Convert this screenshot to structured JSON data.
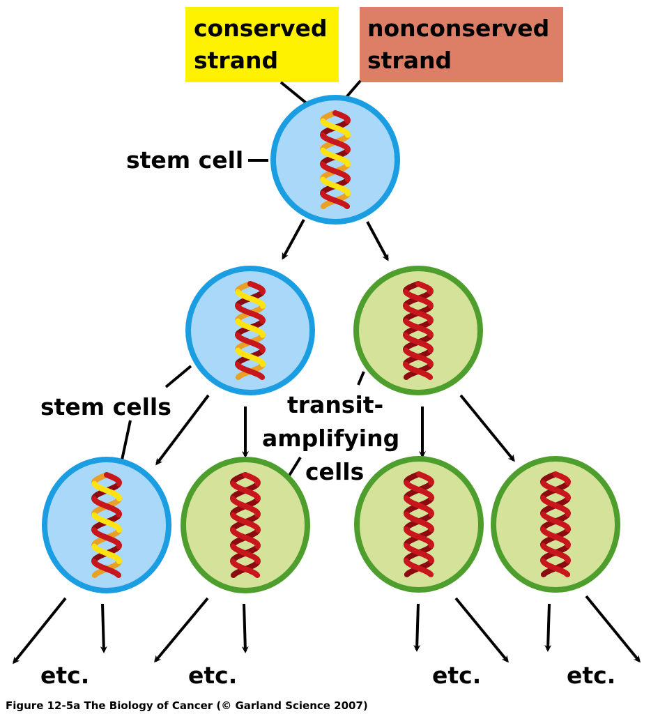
{
  "labels": {
    "conserved": [
      "conserved",
      "strand"
    ],
    "nonconserved": [
      "nonconserved",
      "strand"
    ],
    "stem_cell": "stem cell",
    "stem_cells": "stem cells",
    "transit": [
      "transit-",
      "amplifying",
      "cells"
    ],
    "etc": "etc.",
    "caption": "Figure 12-5a  The Biology of Cancer (© Garland Science 2007)"
  },
  "colors": {
    "conserved_box": "#fff200",
    "nonconserved_box": "#dc7f66",
    "stem_fill": "#aad8f8",
    "stem_stroke": "#1b9de2",
    "transit_fill": "#d5e39a",
    "transit_stroke": "#4e9e2e",
    "strand_red": "#c8161d",
    "strand_dark": "#8b0b10",
    "strand_yellow": "#ffe312",
    "strand_orange": "#e8a026"
  },
  "cells": [
    {
      "id": "stem-cell-top",
      "type": "stem"
    },
    {
      "id": "stem-cell-gen2",
      "type": "stem"
    },
    {
      "id": "transit-cell-gen2",
      "type": "transit"
    },
    {
      "id": "stem-cell-gen3",
      "type": "stem"
    },
    {
      "id": "transit-cell-gen3-a",
      "type": "transit"
    },
    {
      "id": "transit-cell-gen3-b",
      "type": "transit"
    },
    {
      "id": "transit-cell-gen3-c",
      "type": "transit"
    }
  ]
}
